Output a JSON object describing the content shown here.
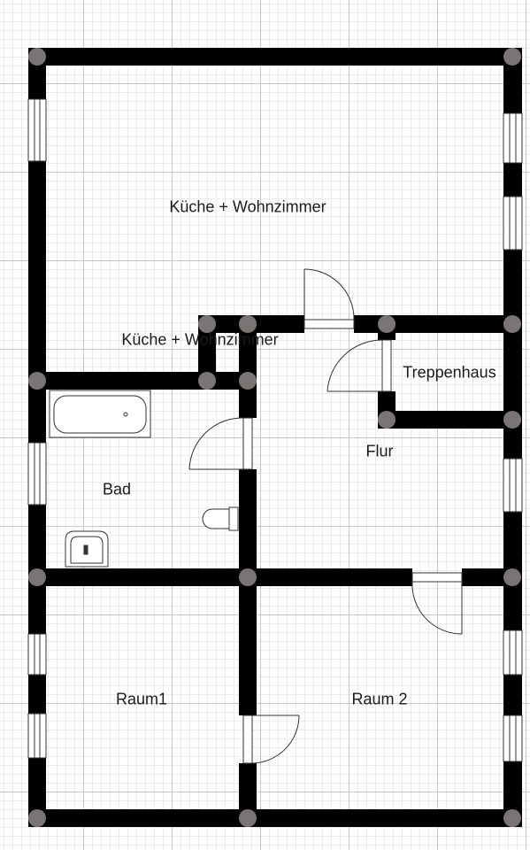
{
  "colors": {
    "wall": "#000000",
    "node": "#7a7474",
    "fixture_stroke": "#333333",
    "grid_major": "#c8c8c8",
    "grid_minor": "#ececec"
  },
  "rooms": {
    "kitchen_living": "Küche + Wohnzimmer",
    "kitchen_living_overlay": "Küche + Wohnzimmer",
    "stairwell": "Treppenhaus",
    "hallway": "Flur",
    "bathroom": "Bad",
    "room1": "Raum1",
    "room2": "Raum 2"
  },
  "fixtures": [
    "bathtub",
    "toilet",
    "sink"
  ]
}
